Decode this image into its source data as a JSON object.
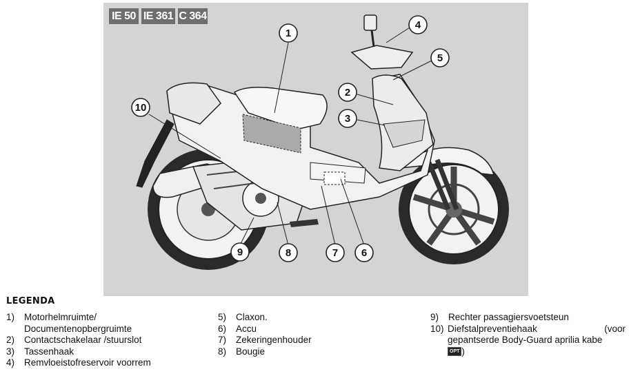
{
  "badges": [
    "IE 50",
    "IE 361",
    "C 364"
  ],
  "callouts": [
    "1",
    "2",
    "3",
    "4",
    "5",
    "6",
    "7",
    "8",
    "9",
    "10"
  ],
  "legend": {
    "title": "LEGENDA",
    "items": [
      {
        "num": "1)",
        "line1": "Motorhelmruimte/",
        "line2": "Documentenopbergruimte"
      },
      {
        "num": "2)",
        "text": "Contactschakelaar /stuurslot"
      },
      {
        "num": "3)",
        "text": "Tassenhaak"
      },
      {
        "num": "4)",
        "text": "Remvloeistofreservoir voorrem"
      },
      {
        "num": "5)",
        "text": "Claxon."
      },
      {
        "num": "6)",
        "text": "Accu"
      },
      {
        "num": "7)",
        "text": "Zekeringenhouder"
      },
      {
        "num": "8)",
        "text": "Bougie"
      },
      {
        "num": "9)",
        "text": "Rechter passagiersvoetsteun"
      },
      {
        "num": "10)",
        "line1a": "Diefstalpreventiehaak",
        "line1b": "(voor",
        "line2": "gepantserde Body-Guard aprilia kabe",
        "opt": "OPT",
        "tail": ")"
      }
    ]
  }
}
